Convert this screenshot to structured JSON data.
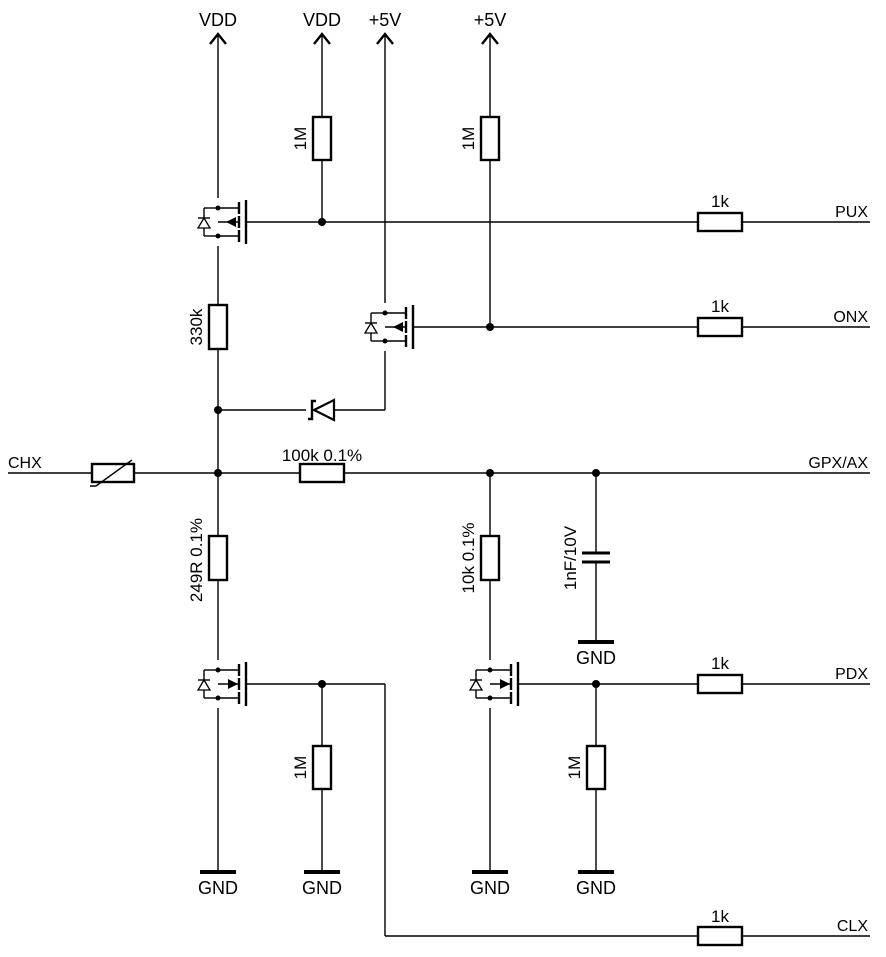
{
  "power": {
    "vdd_1": "VDD",
    "vdd_2": "VDD",
    "p5v_1": "+5V",
    "p5v_2": "+5V"
  },
  "ground": {
    "gnd_1": "GND",
    "gnd_2": "GND",
    "gnd_3": "GND",
    "gnd_4": "GND",
    "gnd_5": "GND"
  },
  "nets": {
    "chx": "CHX",
    "pux": "PUX",
    "onx": "ONX",
    "gpx_ax": "GPX/AX",
    "pdx": "PDX",
    "clx": "CLX"
  },
  "components": {
    "r_pullup_vdd": "1M",
    "r_pullup_5v": "1M",
    "r_pux": "1k",
    "r_onx": "1k",
    "r_330k": "330k",
    "r_100k": "100k 0.1%",
    "r_249r": "249R 0.1%",
    "r_10k": "10k 0.1%",
    "c_1nf": "1nF/10V",
    "r_pdx": "1k",
    "r_pulldown_1": "1M",
    "r_pulldown_2": "1M",
    "r_clx": "1k"
  }
}
